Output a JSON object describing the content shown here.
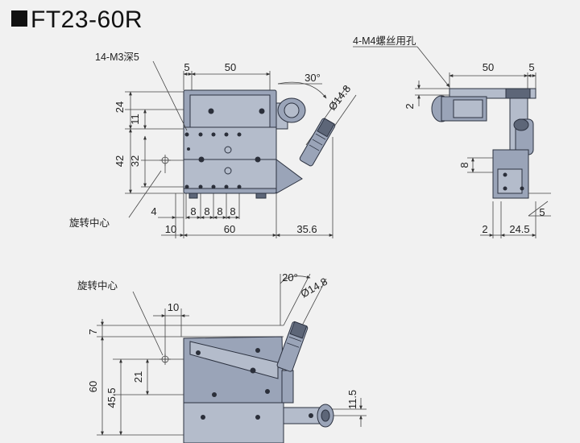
{
  "title": "FT23-60R",
  "labels": {
    "m3": "14-M3深5",
    "m4": "4-M4螺丝用孔",
    "rot_center_1": "旋转中心",
    "rot_center_2": "旋转中心"
  },
  "top_view": {
    "d_5": "5",
    "d_50": "50",
    "d_30deg": "30°",
    "d_14_8": "Ø14.8",
    "d_24": "24",
    "d_11": "11",
    "d_42": "42",
    "d_32": "32",
    "d_4": "4",
    "d_8a": "8",
    "d_8b": "8",
    "d_8c": "8",
    "d_8d": "8",
    "d_10": "10",
    "d_60": "60",
    "d_35_6": "35.6"
  },
  "side_view": {
    "d_50": "50",
    "d_5top": "5",
    "d_2": "2",
    "d_8": "8",
    "d_5right": "5",
    "d_2bot": "2",
    "d_24_5": "24.5"
  },
  "front_view": {
    "d_20deg": "20°",
    "d_14_8": "Ø14.8",
    "d_10": "10",
    "d_7": "7",
    "d_60": "60",
    "d_21": "21",
    "d_45_5": "45.5",
    "d_11_5": "11.5"
  }
}
